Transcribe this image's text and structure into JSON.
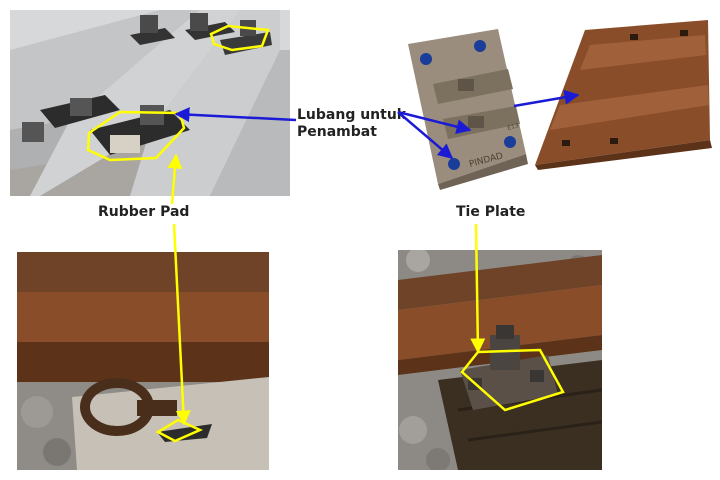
{
  "labels": {
    "fastener_hole_line1": "Lubang untuk",
    "fastener_hole_line2": "Penambat",
    "rubber_pad": "Rubber Pad",
    "tie_plate": "Tie Plate"
  },
  "plate_stamp": {
    "brand": "PINDAD",
    "code": "E13"
  },
  "colors": {
    "highlight": "#ffff00",
    "arrow_blue": "#1b1bd6",
    "concrete": "#c9cacb",
    "rubber": "#2c2c2c",
    "rust": "#8a4d2a",
    "ballast": "#8f8c88"
  }
}
